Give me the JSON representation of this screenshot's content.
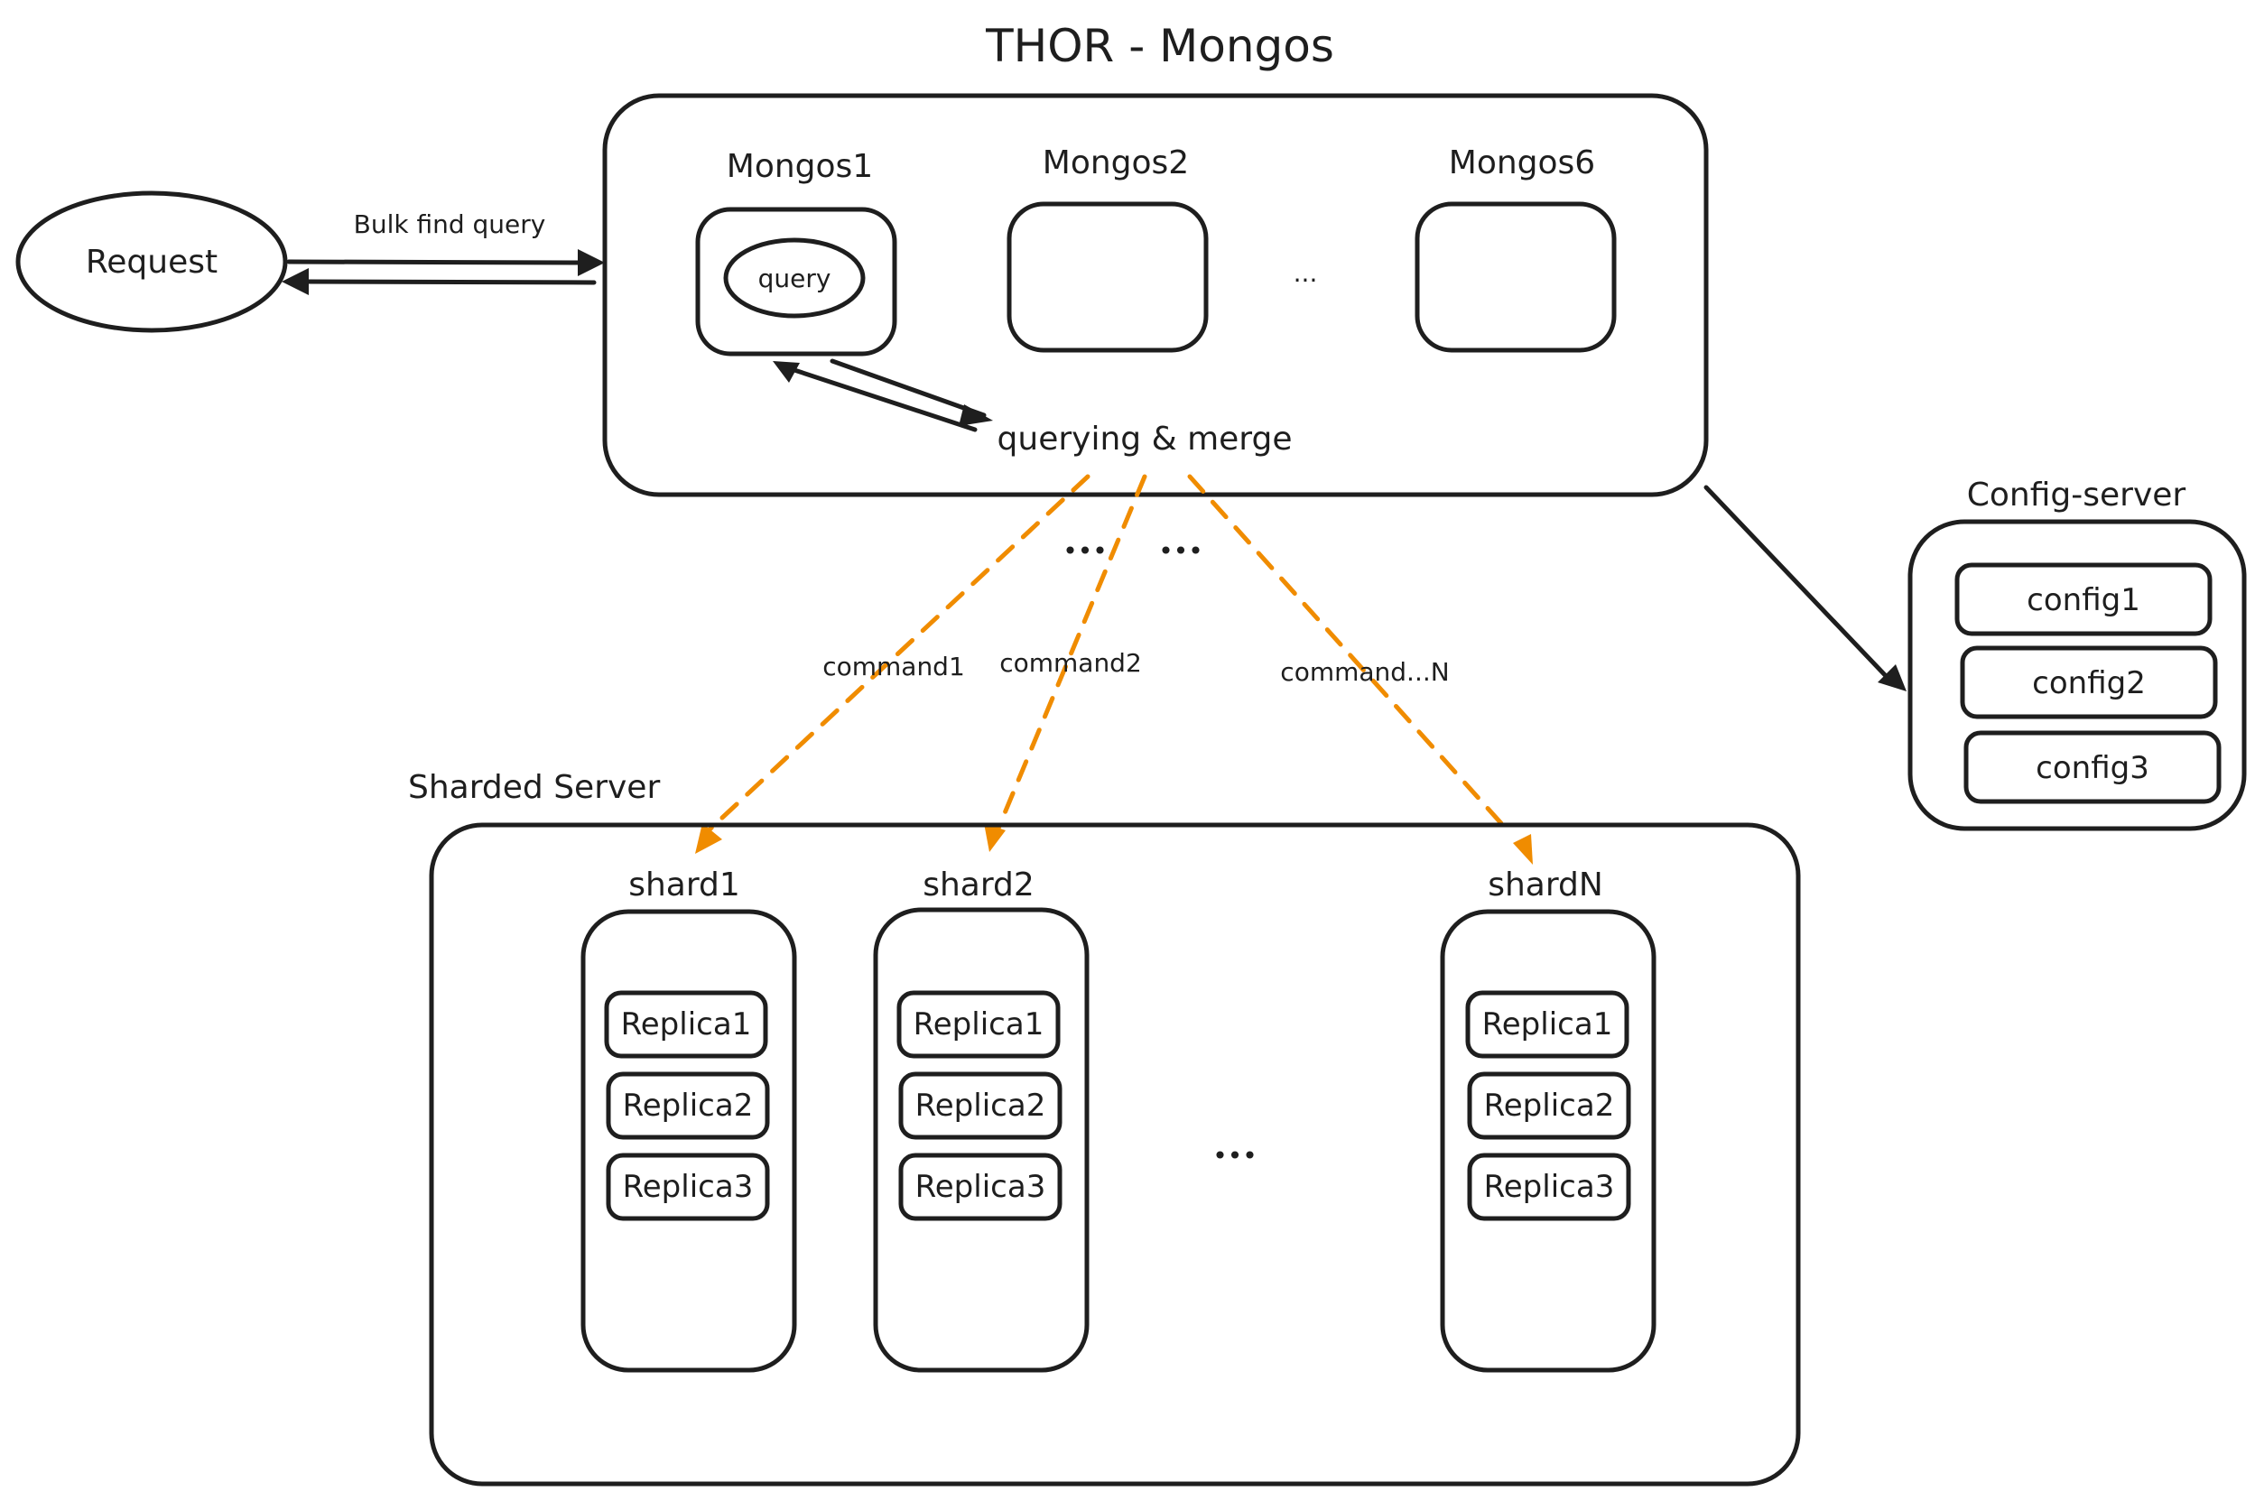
{
  "title": "THOR - Mongos",
  "colors": {
    "stroke": "#1e1e1e",
    "hatch_green": "#b2f2bb",
    "hatch_gray": "#dee2e6",
    "command_arrow": "#f08c00",
    "box_fill": "#ffffff"
  },
  "request": {
    "label": "Request",
    "edge_label": "Bulk find query"
  },
  "mongos_cluster": {
    "nodes": [
      {
        "label": "Mongos1",
        "inner": "query"
      },
      {
        "label": "Mongos2",
        "inner": ""
      },
      {
        "label": "Mongos6",
        "inner": ""
      }
    ],
    "between_ellipsis": "...",
    "process_label": "querying & merge"
  },
  "commands": {
    "labels": [
      "command1",
      "command2",
      "command...N"
    ],
    "ellipsis_left": "•••",
    "ellipsis_right": "•••"
  },
  "config_server": {
    "title": "Config-server",
    "items": [
      "config1",
      "config2",
      "config3"
    ]
  },
  "sharded_server": {
    "title": "Sharded Server",
    "shards": [
      {
        "label": "shard1",
        "replicas": [
          "Replica1",
          "Replica2",
          "Replica3"
        ]
      },
      {
        "label": "shard2",
        "replicas": [
          "Replica1",
          "Replica2",
          "Replica3"
        ]
      },
      {
        "label": "shardN",
        "replicas": [
          "Replica1",
          "Replica2",
          "Replica3"
        ]
      }
    ],
    "between_ellipsis": "•••"
  }
}
